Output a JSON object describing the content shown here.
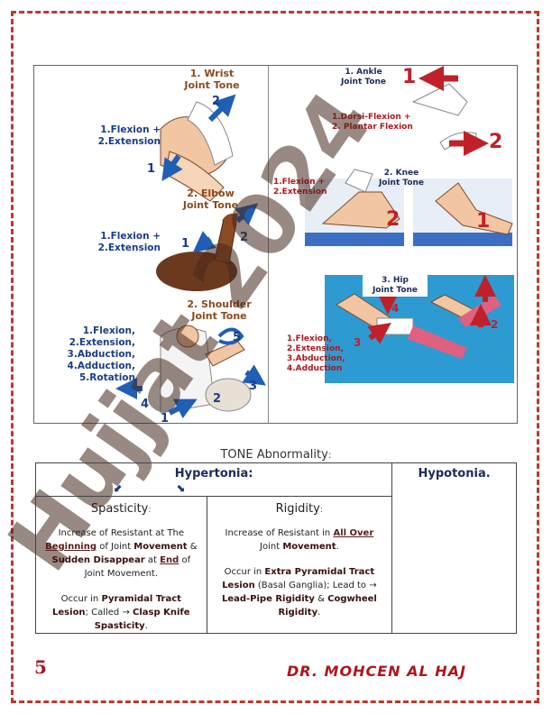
{
  "figure": {
    "wrist": {
      "title": "1. Wrist\nJoint Tone",
      "label": "1.Flexion +\n2.Extension",
      "n1": "1",
      "n2": "2"
    },
    "elbow": {
      "title": "2. Elbow\nJoint Tone",
      "label": "1.Flexion +\n2.Extension",
      "n1": "1",
      "n2": "2"
    },
    "shoulder": {
      "title": "2. Shoulder\nJoint Tone",
      "label": "1.Flexion,\n2.Extension,\n3.Abduction,\n4.Adduction,\n5.Rotation",
      "n1": "1",
      "n2": "2",
      "n3": "3",
      "n4": "4",
      "n5": "5"
    },
    "ankle": {
      "title": "1. Ankle\nJoint Tone",
      "label": "1.Dorsi-Flexion +\n2. Plantar Flexion",
      "n1": "1",
      "n2": "2"
    },
    "knee": {
      "title": "2. Knee\nJoint Tone",
      "label": "1.Flexion +\n2.Extension",
      "n1": "1",
      "n2": "2"
    },
    "hip": {
      "title": "3. Hip\nJoint Tone",
      "label": "1.Flexion,\n2.Extension,\n3.Abduction,\n4.Adduction",
      "n1": "1",
      "n2": "2",
      "n3": "3",
      "n4": "4"
    }
  },
  "watermark": "Hujjat 2024",
  "section": {
    "title": "TONE Abnormality",
    "colon": ":"
  },
  "table": {
    "hypertonia": "Hypertonia:",
    "hypotonia": "Hypotonia.",
    "spasticity": {
      "title": "Spasticity",
      "p1_a": "Increase of Resistant at The ",
      "p1_beginning": "Beginning",
      "p1_b": " of Joint ",
      "p1_movement": "Movement",
      "p1_c": " & ",
      "p1_sudden": "Sudden Disappear",
      "p1_d": " at ",
      "p1_end": "End",
      "p1_e": " of Joint Movement.",
      "p2_a": "Occur in ",
      "p2_lesion": "Pyramidal Tract Lesion",
      "p2_b": "; Called → ",
      "p2_clasp": "Clasp Knife Spasticity",
      "p2_c": "."
    },
    "rigidity": {
      "title": "Rigidity",
      "p1_a": "Increase of Resistant in ",
      "p1_allover": "All Over",
      "p1_b": " Joint ",
      "p1_movement": "Movement",
      "p1_c": ".",
      "p2_a": "Occur in ",
      "p2_lesion": "Extra Pyramidal Tract Lesion",
      "p2_b": " (Basal Ganglia); Lead to → ",
      "p2_leadpipe": "Lead-Pipe Rigidity",
      "p2_c": " & ",
      "p2_cog": "Cogwheel Rigidity",
      "p2_d": "."
    }
  },
  "footer": {
    "page": "5",
    "author": "DR. MOHCEN AL HAJ"
  },
  "colors": {
    "border": "#c0392b",
    "title_brown": "#8b4a1c",
    "label_blue": "#1b3d8a",
    "label_red": "#b0151c"
  }
}
